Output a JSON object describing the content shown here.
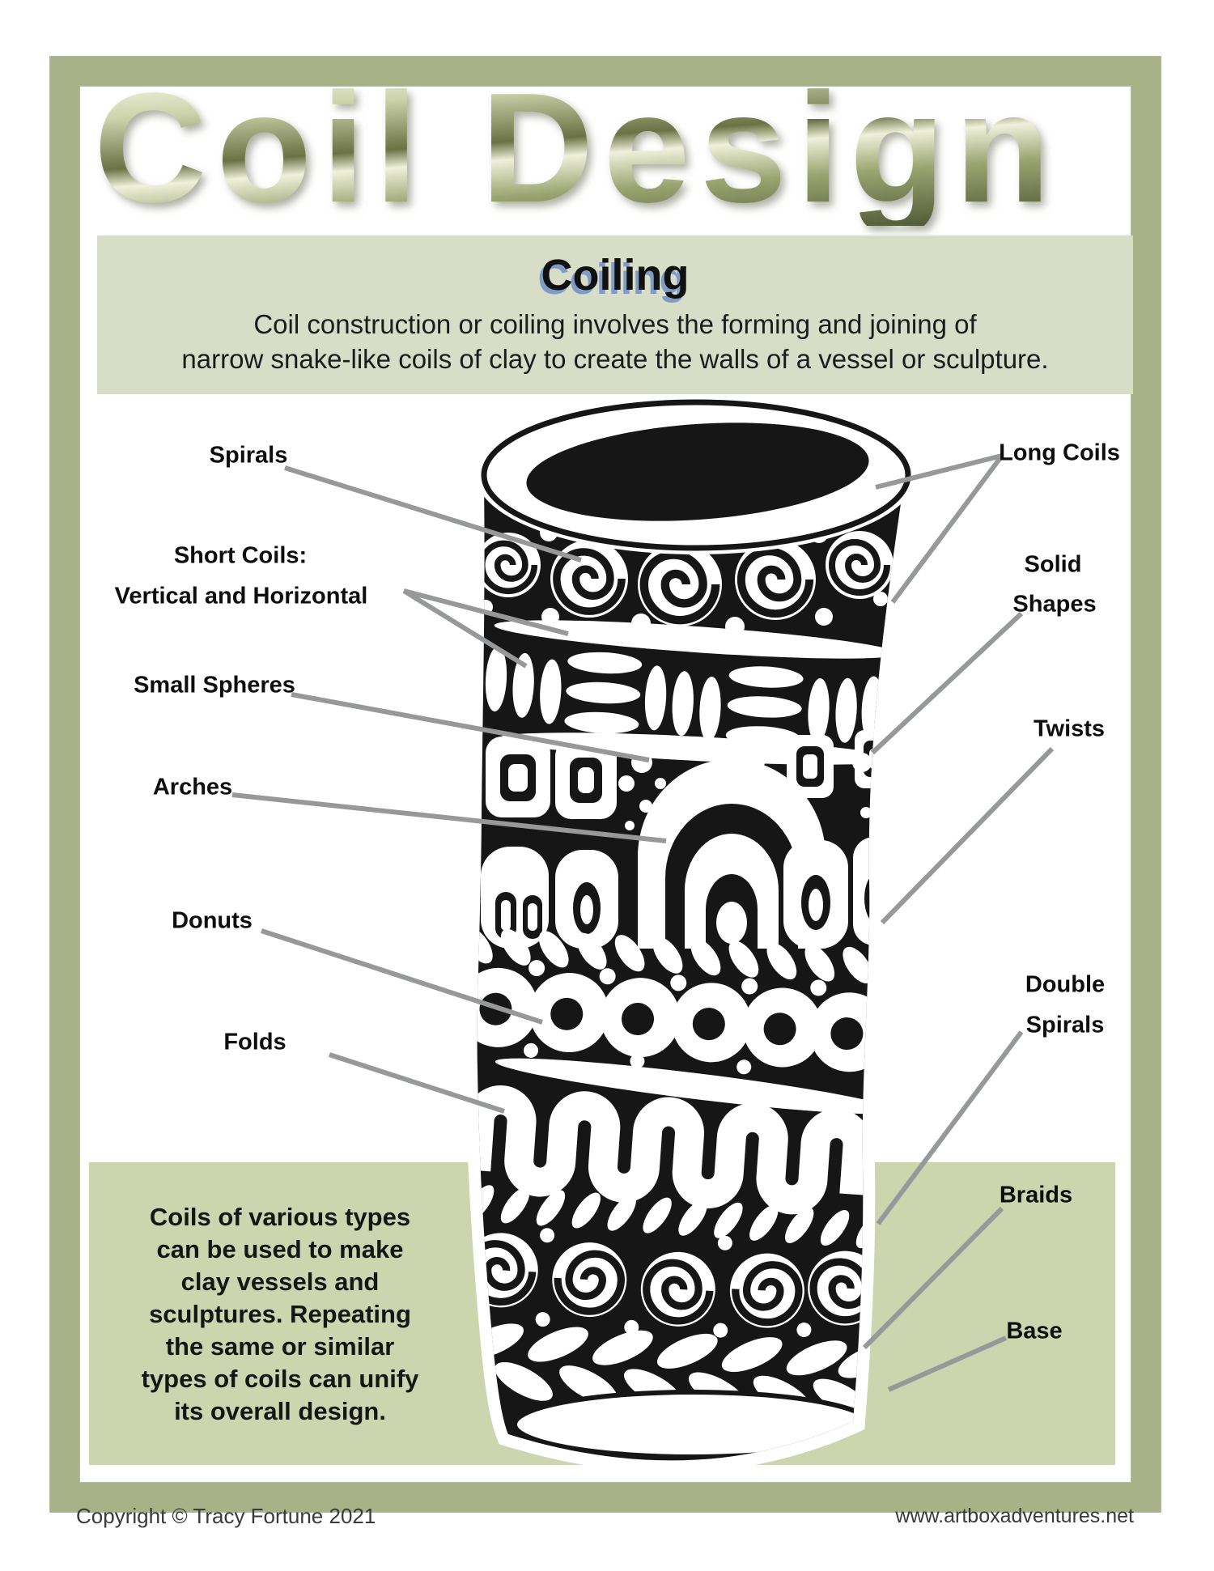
{
  "page": {
    "title": "Coil Design",
    "footer": {
      "copyright": "Copyright © Tracy Fortune 2021",
      "website": "www.artboxadventures.net"
    },
    "colors": {
      "frame": "#a8b286",
      "intro-band": "#d8ddc8",
      "note-band": "#ccd5ad",
      "leader": "#96989a",
      "heading-shadow": "#7f9cc7",
      "ink": "#161616"
    }
  },
  "intro": {
    "heading": "Coiling",
    "line1": "Coil construction or coiling involves the forming and joining of",
    "line2": "narrow snake-like coils of clay to create the walls of a vessel or sculpture."
  },
  "diagram": {
    "left_labels": [
      {
        "text": "Spirals"
      },
      {
        "text": "Short Coils:"
      },
      {
        "text": "Vertical and Horizontal"
      },
      {
        "text": "Small Spheres"
      },
      {
        "text": "Arches"
      },
      {
        "text": "Donuts"
      },
      {
        "text": "Folds"
      }
    ],
    "right_labels": [
      {
        "text": "Long Coils"
      },
      {
        "text": "Solid"
      },
      {
        "text": "Shapes"
      },
      {
        "text": "Twists"
      },
      {
        "text": "Double"
      },
      {
        "text": "Spirals"
      },
      {
        "text": "Braids"
      },
      {
        "text": "Base"
      }
    ]
  },
  "note": {
    "lines": [
      "Coils of various types",
      "can be used to make",
      "clay vessels and",
      "sculptures. Repeating",
      "the same or similar",
      "types of coils can unify",
      "its overall design."
    ]
  }
}
